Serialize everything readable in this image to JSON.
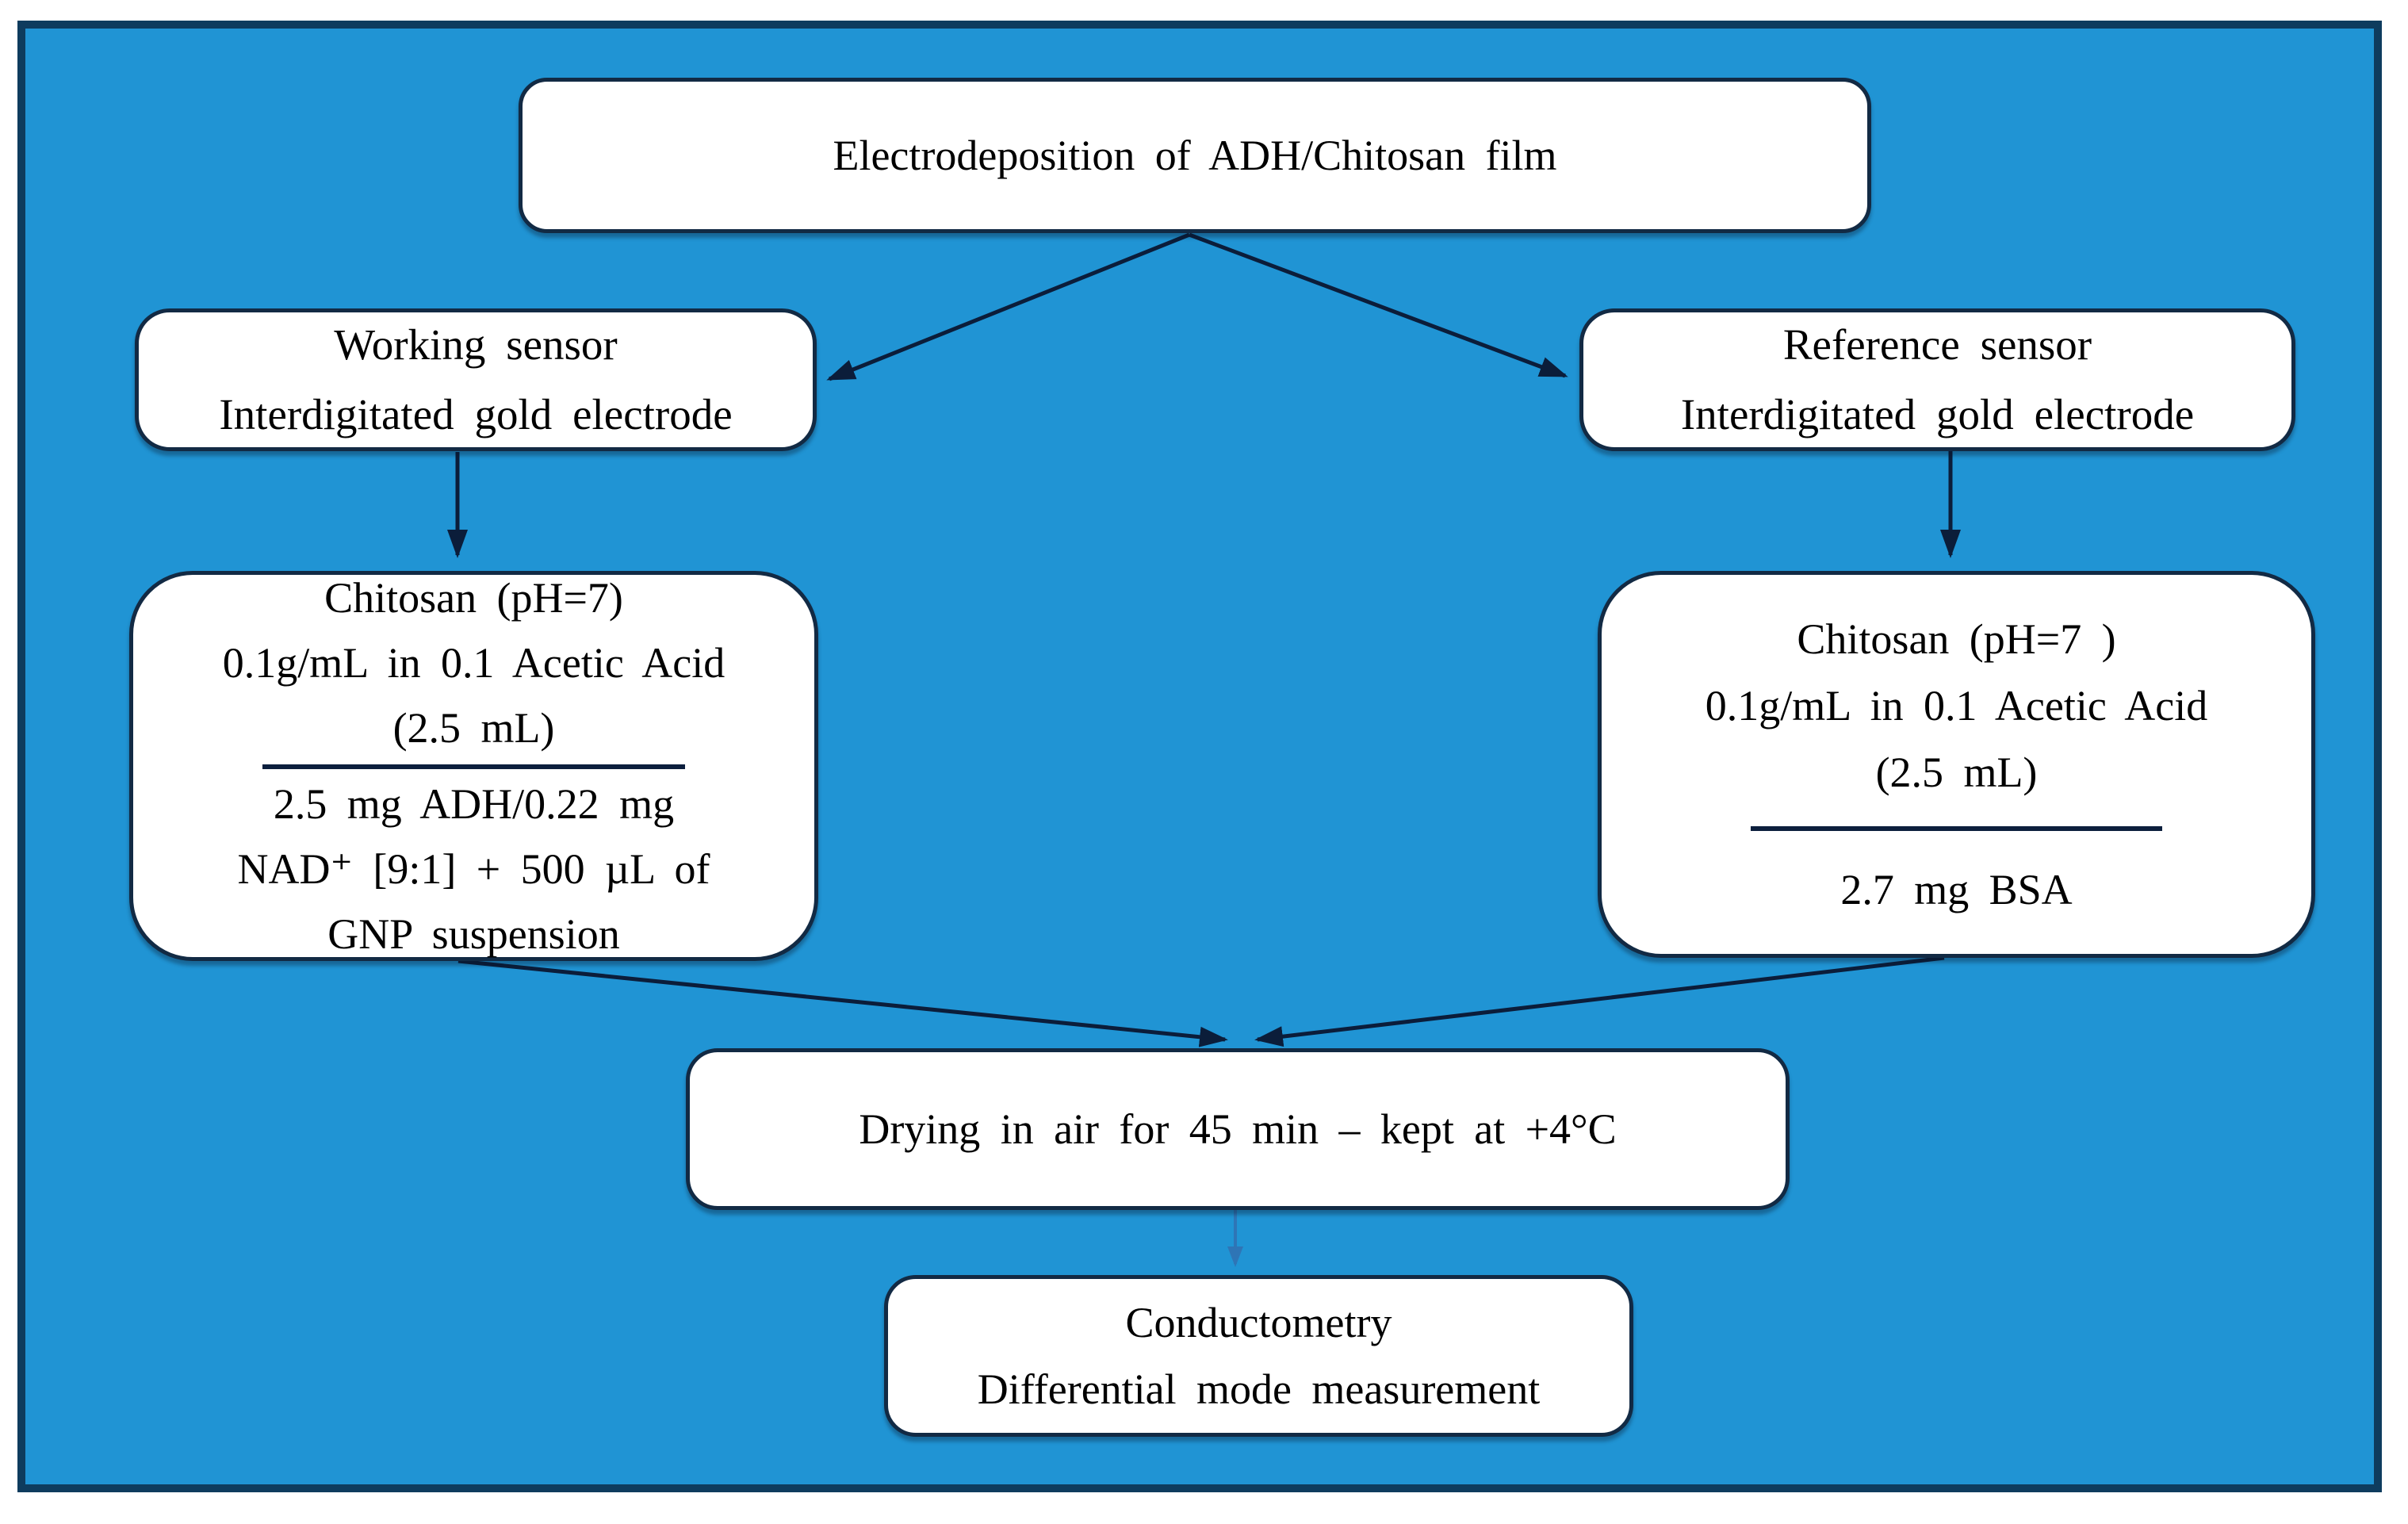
{
  "diagram": {
    "title_box": {
      "text": "Electrodeposition of ADH/Chitosan film"
    },
    "working_sensor_box": {
      "line1": "Working sensor",
      "line2": "Interdigitated gold electrode"
    },
    "reference_sensor_box": {
      "line1": "Reference sensor",
      "line2": "Interdigitated gold electrode"
    },
    "working_mix_box": {
      "top_lines": [
        "Chitosan (pH=7)",
        "0.1g/mL in 0.1 Acetic Acid",
        "(2.5 mL)"
      ],
      "bottom_lines": [
        "2.5 mg ADH/0.22 mg",
        "NAD⁺ [9:1] + 500 µL of",
        "GNP suspension"
      ]
    },
    "reference_mix_box": {
      "top_lines": [
        "Chitosan (pH=7 )",
        "0.1g/mL in 0.1 Acetic Acid",
        "(2.5 mL)"
      ],
      "bottom_lines": [
        "2.7 mg BSA"
      ]
    },
    "drying_box": {
      "text": "Drying in air for 45 min – kept at +4°C"
    },
    "measurement_box": {
      "line1": "Conductometry",
      "line2": "Differential mode measurement"
    },
    "colors": {
      "background": "#2094d4",
      "frame_border": "#0e3c5e",
      "box_fill": "#ffffff",
      "box_border": "#122a44",
      "arrow": "#0b1d3a",
      "accent_arrow": "#2e75b6",
      "text": "#000000"
    }
  }
}
